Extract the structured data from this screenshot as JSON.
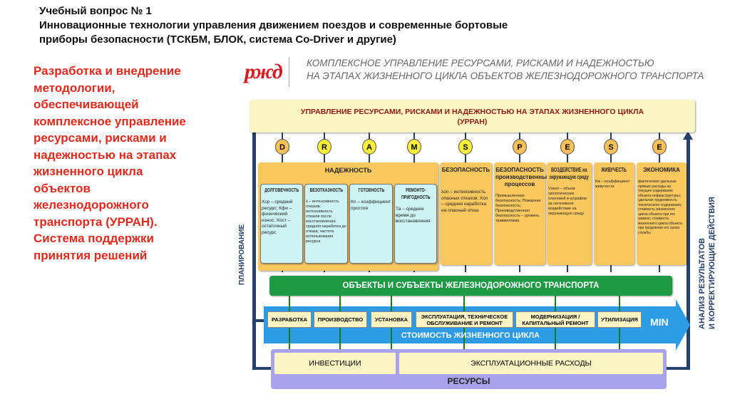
{
  "title": {
    "line1": "Учебный вопрос № 1",
    "line2": "Инновационные технологии управления движением поездов и современные бортовые",
    "line3": "приборы безопасности (ТСКБМ, БЛОК, система Co-Driver и другие)"
  },
  "left_text": "Разработка и внедрение методологии, обеспечивающей комплексное управление ресурсами, рисками и надежностью на этапах жизненного цикла объектов железнодорожного транспорта (УРРАН). Система поддержки принятия решений",
  "logo": "РЖД",
  "heading": {
    "line1": "КОМПЛЕКСНОЕ УПРАВЛЕНИЕ РЕСУРСАМИ, РИСКАМИ И НАДЕЖНОСТЬЮ",
    "line2": "НА ЭТАПАХ ЖИЗНЕННОГО ЦИКЛА ОБЪЕКТОВ ЖЕЛЕЗНОДОРОЖНОГО ТРАНСПОРТА"
  },
  "top_box": {
    "line1": "УПРАВЛЕНИЕ РЕСУРСАМИ, РИСКАМИ И НАДЕЖНОСТЬЮ НА ЭТАПАХ ЖИЗНЕННОГО ЦИКЛА",
    "line2": "(УРРАН)"
  },
  "circles": [
    "D",
    "R",
    "A",
    "M",
    "S",
    "P",
    "E",
    "S",
    "E"
  ],
  "reliability": {
    "label": "НАДЕЖНОСТЬ",
    "boxes": [
      {
        "title": "ДОЛГОВЕЧНОСТЬ",
        "text": "Xср – средний ресурс; Кфи – физический износ; Xост – остаточный ресурс"
      },
      {
        "title": "БЕЗОТКАЗНОСТЬ",
        "text": "λ – интенсивность отказов; интенсивность отказов после восстановления; средняя наработка до отказа; частота использования ресурса"
      },
      {
        "title": "ГОТОВНОСТЬ",
        "text": "Кп – коэффициент простоя"
      },
      {
        "title": "РЕМОНТО-ПРИГОДНОСТЬ",
        "text": "Tв – среднее время до восстановления"
      }
    ]
  },
  "other_boxes": [
    {
      "title": "БЕЗОПАСНОСТЬ",
      "text": "λоп – интенсивность опасных отказов; Xоп – средняя наработка на опасный отказ"
    },
    {
      "title": "БЕЗОПАСНОСТЬ производственных процессов",
      "text": "Промышленная безопасность; Пожарная безопасность; Производственная безопасность – уровень травматизма"
    },
    {
      "title": "ВОЗДЕЙСТВИЕ на окружающую среду",
      "text": "Vэкол – объем экологических платежей и штрафов за негативное воздействие на окружающую среду"
    },
    {
      "title": "ЖИВУЧЕСТЬ",
      "text": "Кж – коэффициент живучести"
    },
    {
      "title": "ЭКОНОМИКА",
      "text": "фактические удельные прямые расходы на текущее содержание объекта инфраструктуры; удельная трудоемкость технического содержания; стоимость жизненного цикла объекта при его замене; стоимость жизненного цикла объекта при продлении его срока службы"
    }
  ],
  "objects_bar": "ОБЪЕКТЫ И СУБЪЕКТЫ ЖЕЛЕЗНОДОРОЖНОГО ТРАНСПОРТА",
  "stages": [
    "РАЗРАБОТКА",
    "ПРОИЗВОДСТВО",
    "УСТАНОВКА",
    "ЭКСПЛУАТАЦИЯ, ТЕХНИЧЕСКОЕ ОБСЛУЖИВАНИЕ И РЕМОНТ",
    "МОДЕРНИЗАЦИЯ / КАПИТАЛЬНЫЙ РЕМОНТ",
    "УТИЛИЗАЦИЯ"
  ],
  "min_label": "MIN",
  "cost_label": "СТОИМОСТЬ ЖИЗНЕННОГО ЦИКЛА",
  "resources": {
    "label": "РЕСУРСЫ",
    "investments": "ИНВЕСТИЦИИ",
    "operating": "ЭКСПЛУАТАЦИОННЫЕ РАСХОДЫ"
  },
  "planning_label": "ПЛАНИРОВАНИЕ",
  "analysis_label": {
    "line1": "АНАЛИЗ РЕЗУЛЬТАТОВ",
    "line2": "И КОРРЕКТИРУЮЩИЕ ДЕЙСТВИЯ"
  }
}
